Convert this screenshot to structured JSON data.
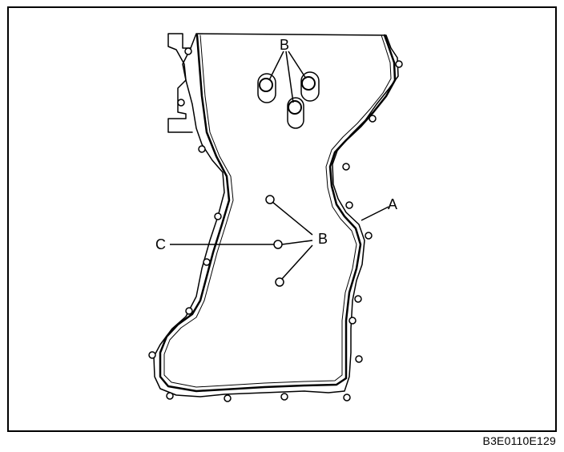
{
  "figure_code": "B3E0110E129",
  "labels": {
    "b_top": "B",
    "b_mid": "B",
    "a": "A",
    "c": "C"
  },
  "colors": {
    "line": "#000000",
    "background": "#ffffff"
  }
}
